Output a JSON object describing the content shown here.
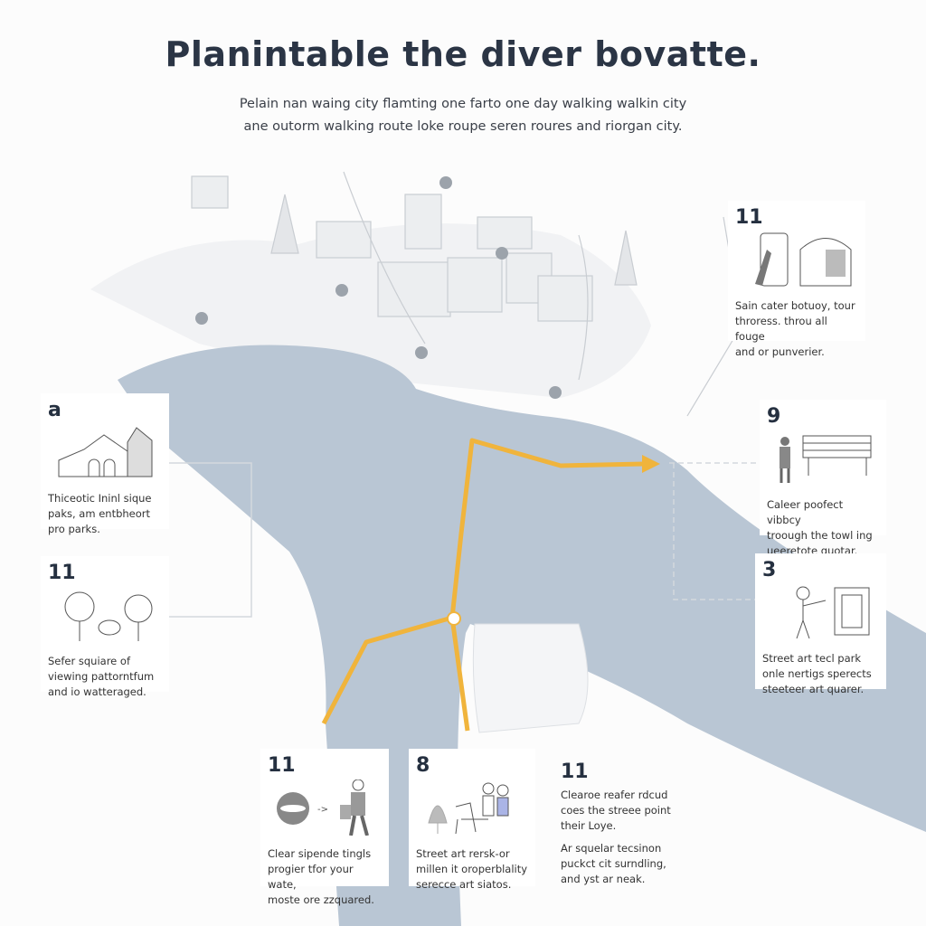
{
  "title": "Planintable the diver bovatte.",
  "subtitle": [
    "Pelain nan waing city flamting one farto one day walking walkin city",
    "ane outorm walking route loke roupe seren roures and riorgan city."
  ],
  "colors": {
    "river": "#b9c6d4",
    "route": "#f0b43c",
    "title": "#2b3545"
  },
  "cards": [
    {
      "num": "a",
      "icon": "house-icon",
      "lines": [
        "Thiceotic Ininl sique",
        "paks, am entbheort",
        "pro parks."
      ]
    },
    {
      "num": "11",
      "icon": "trees-icon",
      "lines": [
        "Sefer squiare of",
        "viewing pattorntfum",
        "and io watteraged."
      ]
    },
    {
      "num": "11",
      "icon": "phone-tent-icon",
      "lines": [
        "Sain cater botuoy, tour",
        "throress. throu all fouge",
        "and or punverier."
      ]
    },
    {
      "num": "9",
      "icon": "bench-icon",
      "lines": [
        "Caleer poofect vibbcy",
        "troough the towl ing",
        "ueeretote quotar."
      ]
    },
    {
      "num": "3",
      "icon": "street-art-icon",
      "lines": [
        "Street art tecl park",
        "onle nertigs sperects",
        "steeteer art quarer."
      ]
    },
    {
      "num": "11",
      "icon": "person-bag-icon",
      "lines": [
        "Clear sipende tingls",
        "progier tfor your wate,",
        "moste ore zzquared."
      ]
    },
    {
      "num": "8",
      "icon": "cafe-people-icon",
      "lines": [
        "Street art rersk-or",
        "millen it oroperblality",
        "serecce art siatos."
      ]
    },
    {
      "num": "11",
      "icon": "",
      "lines": [
        "Clearoe reafer rdcud",
        "coes the streee point",
        "their Loye.",
        "Ar squelar tecsinon",
        "puckct cit surndling,",
        "and yst ar neak."
      ]
    }
  ]
}
